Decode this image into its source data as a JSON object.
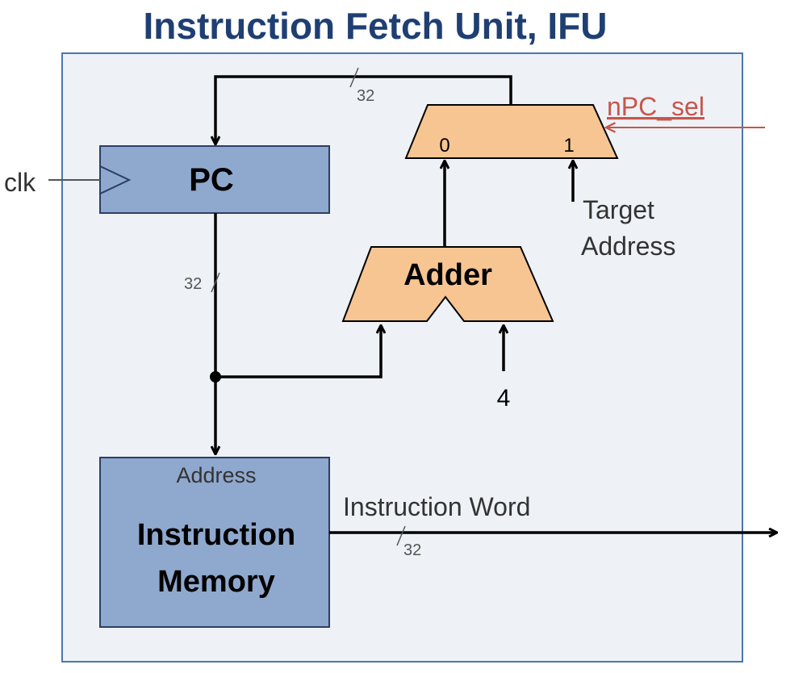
{
  "title": "Instruction Fetch Unit, IFU",
  "colors": {
    "title": "#1f3f73",
    "box_fill": "#8fa8ce",
    "box_stroke": "#2b3f66",
    "mux_fill": "#f7c592",
    "panel_fill": "#eef2f7",
    "panel_stroke": "#4a78b0",
    "wire": "#000000",
    "control_signal": "#c7564c",
    "label_text": "#333333"
  },
  "blocks": {
    "pc": {
      "label": "PC"
    },
    "adder": {
      "label": "Adder"
    },
    "mux": {
      "input_0": "0",
      "input_1": "1"
    },
    "instruction_memory": {
      "port_label": "Address",
      "label_line1": "Instruction",
      "label_line2": "Memory"
    }
  },
  "signals": {
    "clk": "clk",
    "npc_sel": "nPC_sel",
    "target_address_line1": "Target",
    "target_address_line2": "Address",
    "constant_four": "4",
    "instruction_word": "Instruction Word",
    "bus_width_feedback": "32",
    "bus_width_pc_out": "32",
    "bus_width_instruction": "32"
  }
}
